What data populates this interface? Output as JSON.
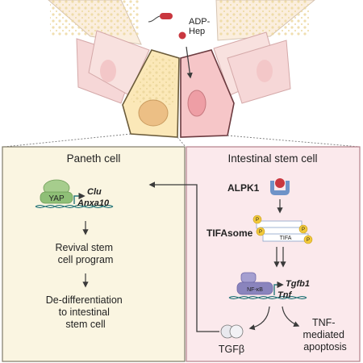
{
  "top": {
    "bacterium_label": "ADP-\nHep"
  },
  "paneth_panel": {
    "title": "Paneth cell",
    "yap_label": "YAP",
    "genes": [
      "Clu",
      "Anxa10"
    ],
    "step1": [
      "Revival stem",
      "cell program"
    ],
    "step2": [
      "De-differentiation",
      "to intestinal",
      "stem cell"
    ]
  },
  "isc_panel": {
    "title": "Intestinal stem cell",
    "alpk1_label": "ALPK1",
    "tifasome_label": "TIFAsome",
    "tifa_label": "TIFA",
    "p_label": "P",
    "nfkb_label": "NF-κB",
    "genes": [
      "Tgfb1",
      "Tnf"
    ],
    "tgfb_label": "TGFβ",
    "outcome": [
      "TNF-",
      "mediated",
      "apoptosis"
    ]
  },
  "colors": {
    "paneth_bg": "#faf5e1",
    "isc_bg": "#fbe9ec",
    "paneth_border": "#7f7a68",
    "isc_border": "#b4808a",
    "yap_green": "#8fbf77",
    "dna_teal": "#27777a",
    "nfkb_purple": "#8a84bd",
    "alpk1_blue": "#6f93c8",
    "alpk1_red": "#c9373f",
    "p_yellow": "#f2c93a",
    "arrow": "#3a3a3a"
  }
}
